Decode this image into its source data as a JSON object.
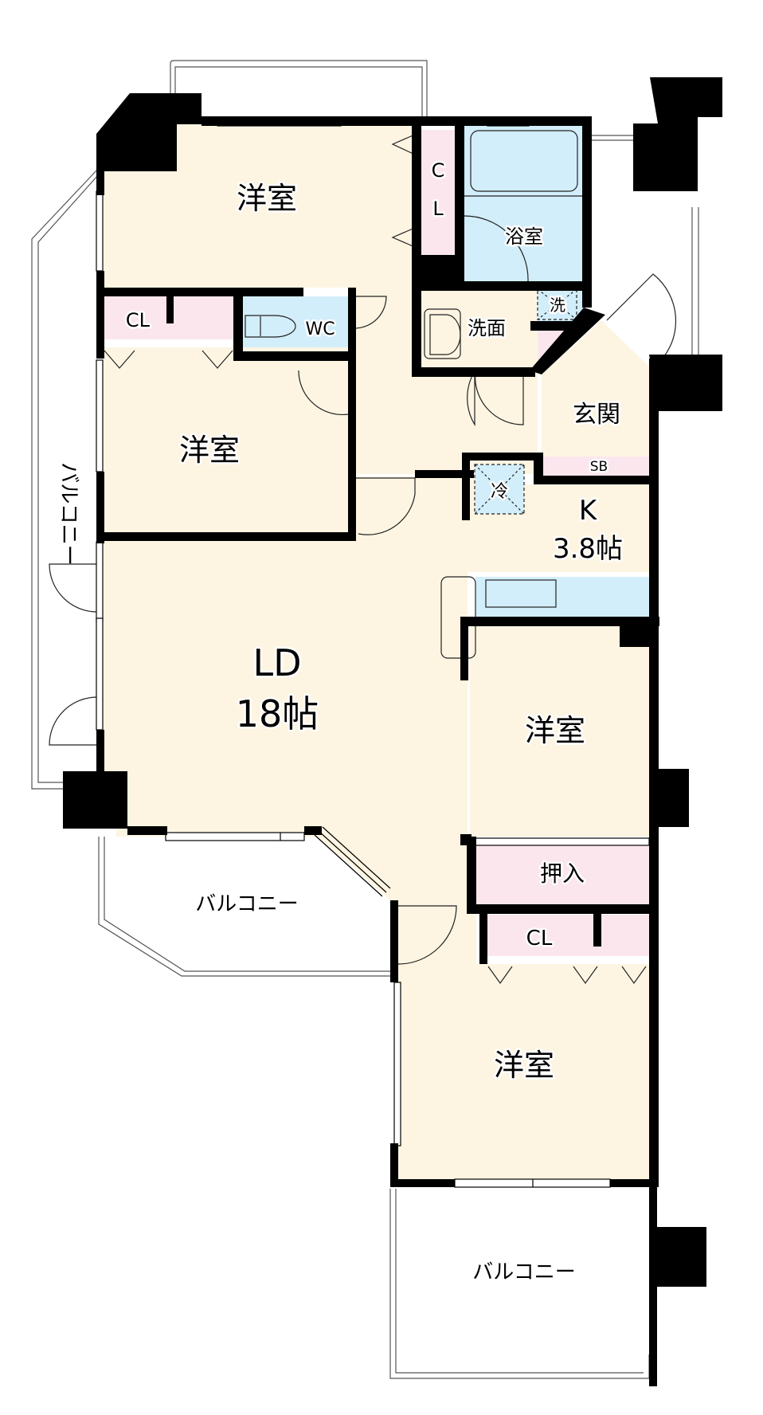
{
  "floor_plan": {
    "colors": {
      "room_floor": "#fdf5e2",
      "wet_area": "#d2eefa",
      "storage": "#fbe6ee",
      "wall": "#000000",
      "background": "#ffffff"
    },
    "rooms": {
      "western_room_north": {
        "label": "洋室"
      },
      "closet_north": {
        "label_line1": "C",
        "label_line2": "L"
      },
      "bathroom": {
        "label": "浴室"
      },
      "washroom": {
        "label": "洗面"
      },
      "washer_space": {
        "label": "洗"
      },
      "closet_west": {
        "label": "CL"
      },
      "toilet": {
        "label": "WC"
      },
      "western_room_west": {
        "label": "洋室"
      },
      "entrance": {
        "label": "玄関"
      },
      "shoe_box": {
        "label": "SB"
      },
      "fridge_space": {
        "label": "冷"
      },
      "kitchen": {
        "label": "K",
        "size": "3.8帖"
      },
      "living_dining": {
        "label": "LD",
        "size": "18帖"
      },
      "western_room_east": {
        "label": "洋室"
      },
      "oshiire": {
        "label": "押入"
      },
      "closet_south": {
        "label": "CL"
      },
      "western_room_south": {
        "label": "洋室"
      }
    },
    "balconies": {
      "west": {
        "label": "バルコニー"
      },
      "middle": {
        "label": "バルコニー"
      },
      "south": {
        "label": "バルコニー"
      }
    }
  }
}
